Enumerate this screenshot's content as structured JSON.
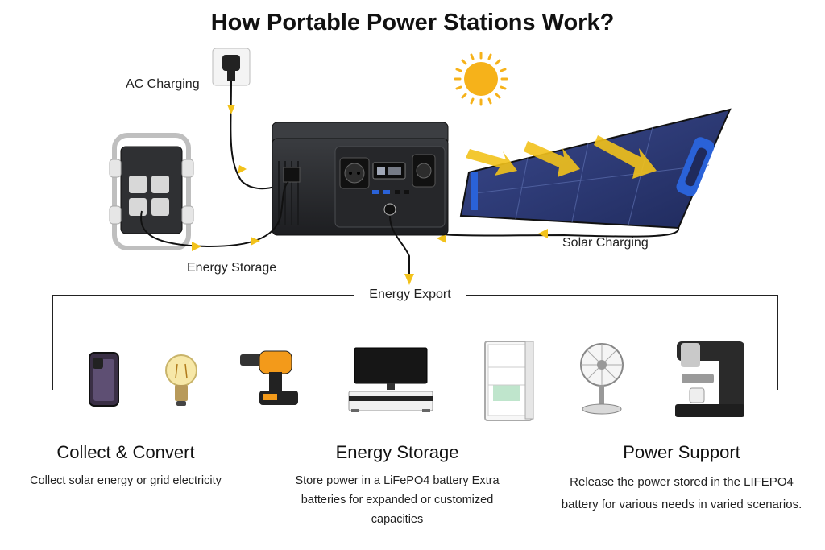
{
  "title": "How Portable Power Stations Work?",
  "labels": {
    "ac_charging": "AC Charging",
    "energy_storage": "Energy Storage",
    "solar_charging": "Solar Charging",
    "energy_export": "Energy Export"
  },
  "sections": [
    {
      "heading": "Collect & Convert",
      "description": "Collect solar energy or grid electricity"
    },
    {
      "heading": "Energy Storage",
      "description": "Store power in a LiFePO4 battery Extra batteries for expanded or customized capacities"
    },
    {
      "heading": "Power Support",
      "description": "Release the power stored in the LIFEPO4 battery for various needs in varied scenarios."
    }
  ],
  "devices": [
    "smartphone",
    "light-bulb",
    "power-drill",
    "tv-stand",
    "refrigerator",
    "fan",
    "coffee-machine"
  ],
  "colors": {
    "arrow": "#f2c21b",
    "solar_panel": "#2c3a78",
    "sun": "#f6b21a",
    "accent_blue": "#2a62d8",
    "station": "#2b2d30"
  }
}
